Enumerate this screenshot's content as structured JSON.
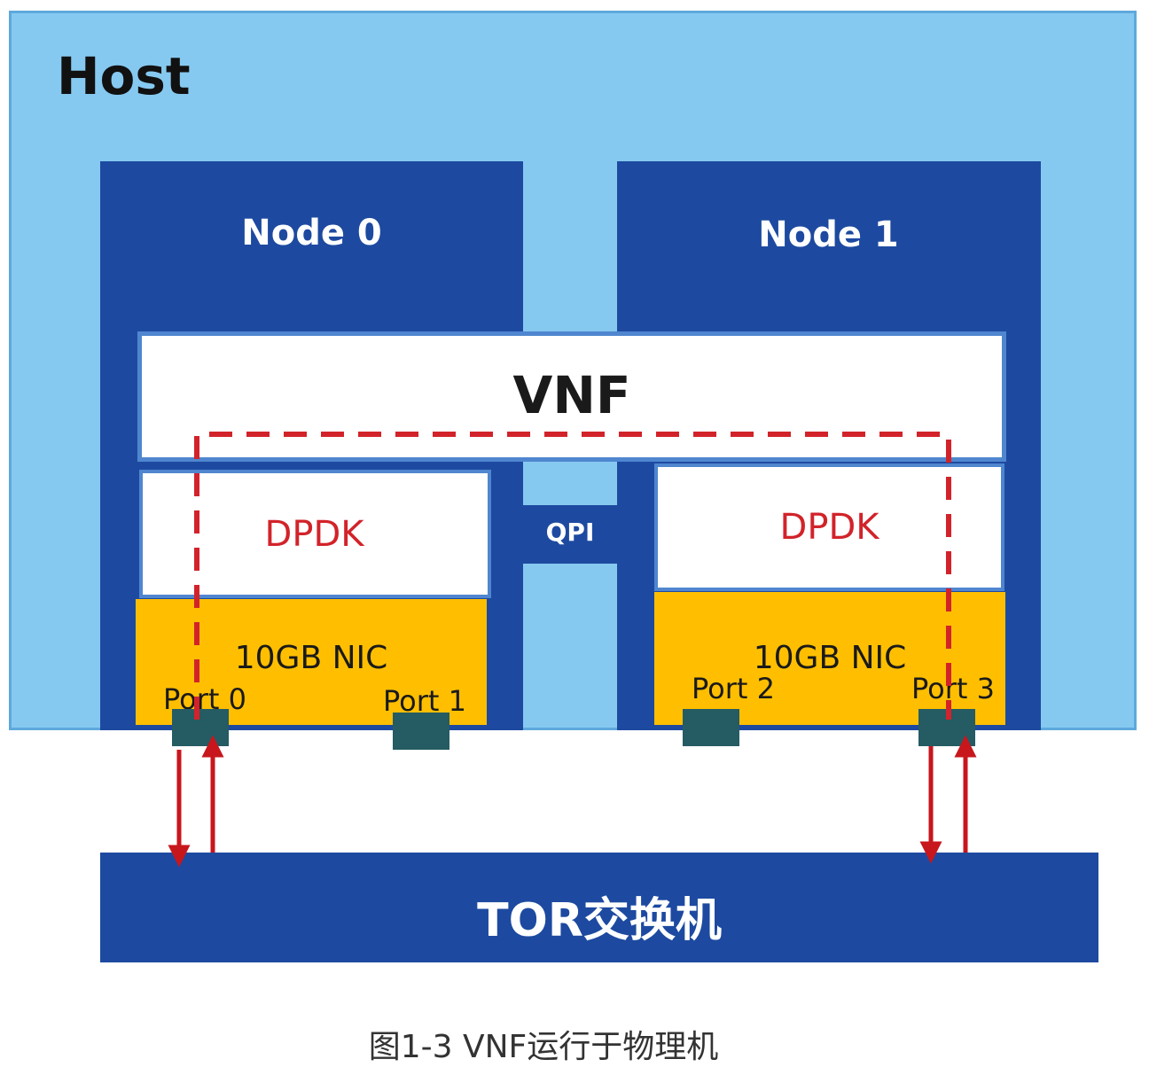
{
  "host": {
    "title": "Host"
  },
  "nodes": [
    {
      "title": "Node 0"
    },
    {
      "title": "Node 1"
    }
  ],
  "vnf": {
    "label": "VNF"
  },
  "dpdk": [
    {
      "label": "DPDK"
    },
    {
      "label": "DPDK"
    }
  ],
  "nics": [
    {
      "label": "10GB NIC",
      "ports": [
        "Port 0",
        "Port 1"
      ]
    },
    {
      "label": "10GB NIC",
      "ports": [
        "Port 2",
        "Port 3"
      ]
    }
  ],
  "qpi": {
    "label": "QPI"
  },
  "tor": {
    "label": "TOR交换机"
  },
  "caption": "图1-3 VNF运行于物理机",
  "colors": {
    "host_bg": "#86c9f0",
    "node_bg": "#1d4aa0",
    "nic_bg": "#ffbf00",
    "port": "#255b63",
    "path": "#d2232a"
  }
}
